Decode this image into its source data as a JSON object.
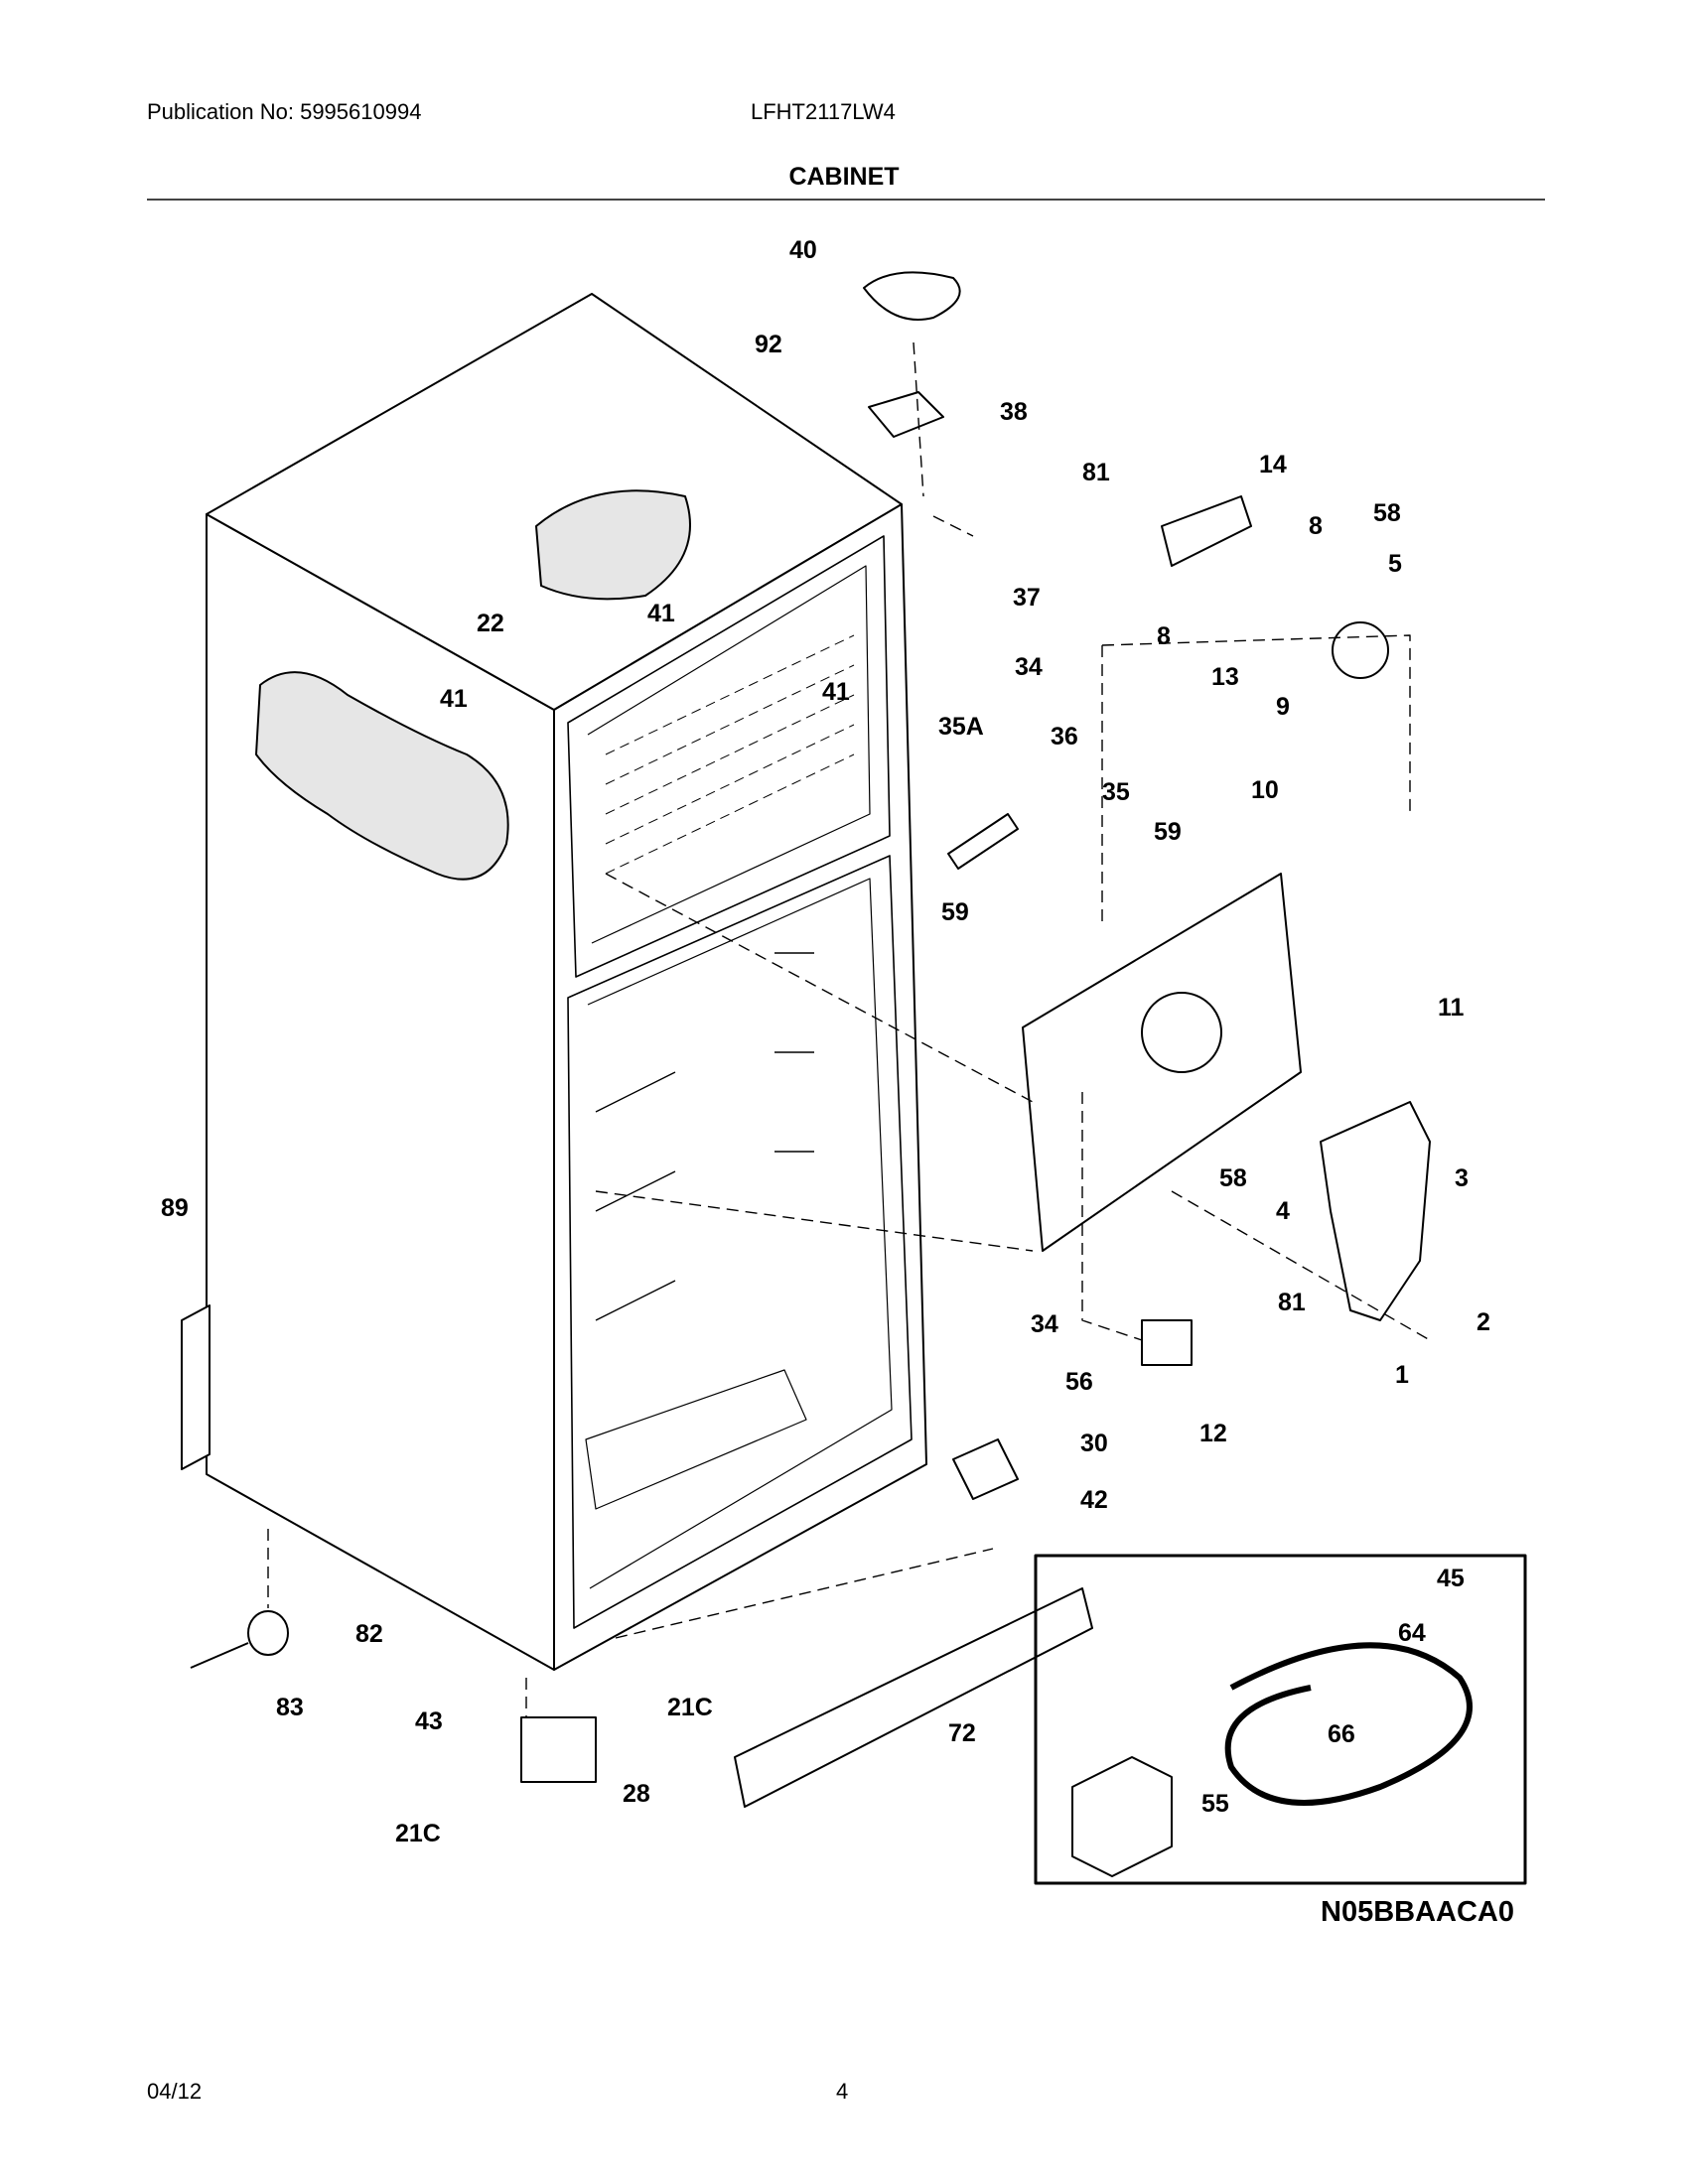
{
  "header": {
    "publication": "Publication No: 5995610994",
    "model": "LFHT2117LW4",
    "title": "CABINET"
  },
  "footer": {
    "date": "04/12",
    "page_number": "4"
  },
  "diagram_code": "N05BBAACA0",
  "callouts": {
    "c40": "40",
    "c92": "92",
    "c38": "38",
    "c37": "37",
    "c81a": "81",
    "c14": "14",
    "c8a": "8",
    "c58a": "58",
    "c5": "5",
    "c8b": "8",
    "c13": "13",
    "c9": "9",
    "c41a": "41",
    "c22": "22",
    "c41b": "41",
    "c41c": "41",
    "c34a": "34",
    "c35A": "35A",
    "c36": "36",
    "c35": "35",
    "c59a": "59",
    "c59b": "59",
    "c10": "10",
    "c11": "11",
    "c58b": "58",
    "c4": "4",
    "c3": "3",
    "c81b": "81",
    "c2": "2",
    "c1": "1",
    "c12": "12",
    "c89": "89",
    "c34b": "34",
    "c56": "56",
    "c30": "30",
    "c42": "42",
    "c82": "82",
    "c83": "83",
    "c43": "43",
    "c28": "28",
    "c21Ca": "21C",
    "c21Cb": "21C",
    "c72": "72",
    "c45": "45",
    "c64": "64",
    "c66": "66",
    "c55": "55"
  }
}
